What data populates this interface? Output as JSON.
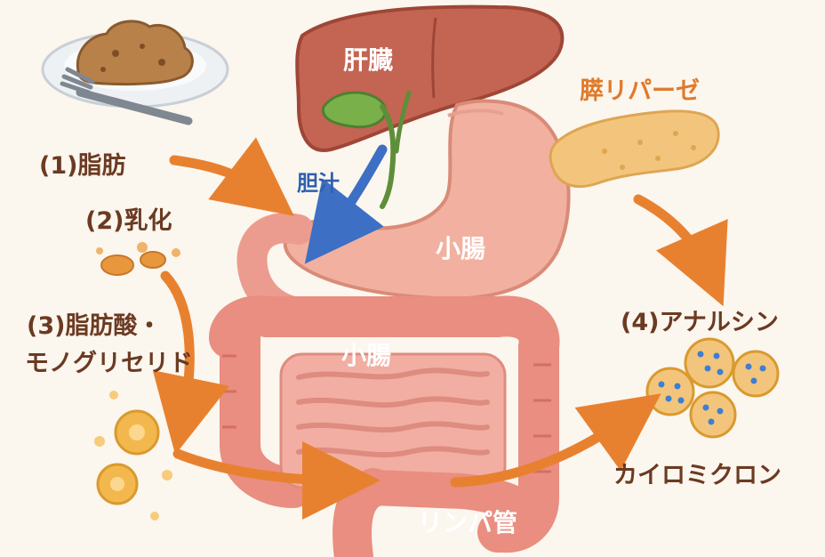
{
  "labels": {
    "liver": "肝臓",
    "bile": "胆汁",
    "stomach_area": "小腸",
    "intestine": "小腸",
    "lymph": "リンパ管",
    "lipase": "膵リパーゼ",
    "step1": "(1)脂肪",
    "step2": "(2)乳化",
    "step3_line1": "(3)脂肪酸・",
    "step3_line2": "モノグリセリド",
    "step4": "(4)アナルシン",
    "chylomicron": "カイロミクロン"
  },
  "colors": {
    "background": "#fbf6ee",
    "arrow_orange": "#e8812f",
    "bile_blue": "#3d6fc4",
    "liver": "#c46452",
    "stomach": "#f2b1a0",
    "intestine": "#e98e80",
    "pancreas": "#f3c57c",
    "label_dark": "#6b3a22"
  }
}
